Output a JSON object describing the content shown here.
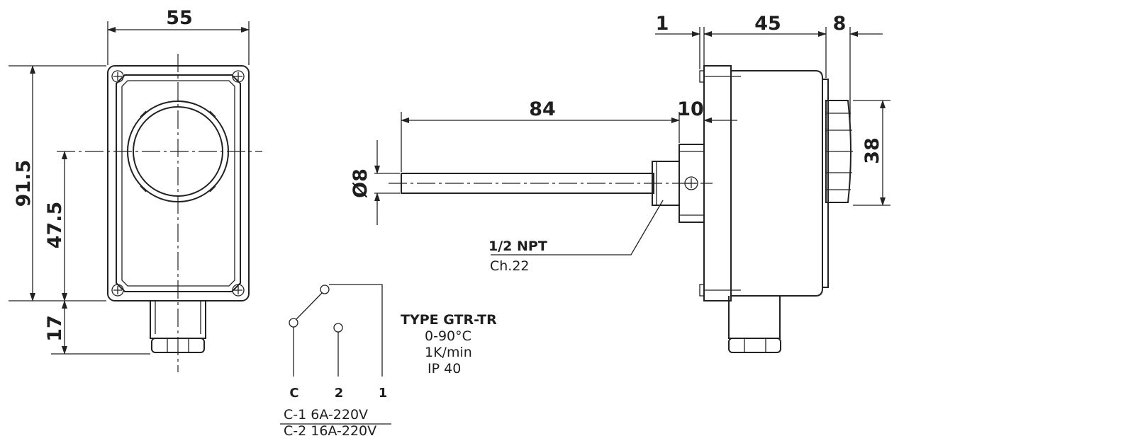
{
  "dimensions": {
    "width_55": "55",
    "height_91_5": "91.5",
    "center_47_5": "47.5",
    "bottom_17": "17",
    "plate_1": "1",
    "body_45": "45",
    "knob_8": "8",
    "probe_84": "84",
    "fitting_10": "10",
    "diameter_8": "Ø8",
    "knob_38": "38"
  },
  "fitting": {
    "thread": "1/2  NPT",
    "wrench": "Ch.22"
  },
  "specs": {
    "type": "TYPE GTR-TR",
    "range": "0-90°C",
    "rate": "1K/min",
    "protection": "IP 40"
  },
  "terminals": [
    "C",
    "2",
    "1"
  ],
  "ratings": [
    "C-1 6A-220V",
    "C-2 16A-220V"
  ]
}
